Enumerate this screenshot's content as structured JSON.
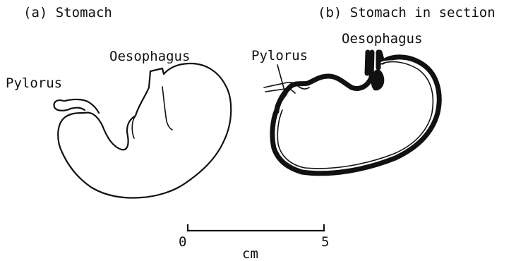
{
  "panel_a": {
    "caption": "(a) Stomach",
    "labels": {
      "pylorus": "Pylorus",
      "oesophagus": "Oesophagus"
    }
  },
  "panel_b": {
    "caption": "(b) Stomach in section",
    "labels": {
      "pylorus": "Pylorus",
      "oesophagus": "Oesophagus"
    }
  },
  "scale_bar": {
    "start_label": "0",
    "end_label": "5",
    "unit_label": "cm"
  }
}
